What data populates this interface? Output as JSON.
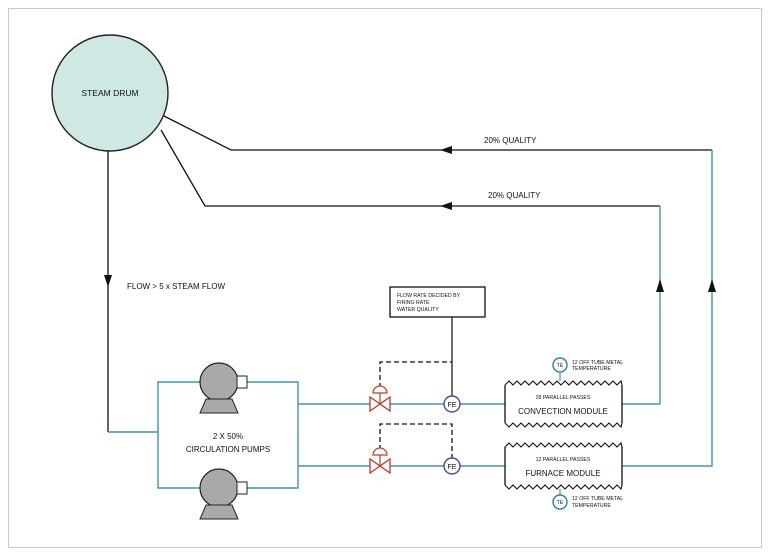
{
  "diagram": {
    "steam_drum": {
      "label": "STEAM DRUM"
    },
    "flow_note": "FLOW > 5 x STEAM FLOW",
    "riser_top": {
      "label": "20% QUALITY"
    },
    "riser_bottom": {
      "label": "20% QUALITY"
    },
    "pumps": {
      "label_line1": "2 X 50%",
      "label_line2": "CIRCULATION PUMPS"
    },
    "control_note": {
      "line1": "FLOW RATE DECIDED BY",
      "line2": "FIRING RATE",
      "line3": "WATER QUALITY"
    },
    "flow_elements": {
      "top": "FE",
      "bottom": "FE"
    },
    "convection_module": {
      "passes": "28 PARALLEL PASSES",
      "name": "CONVECTION MODULE"
    },
    "furnace_module": {
      "passes": "12 PARALLEL PASSES",
      "name": "FURNACE MODULE"
    },
    "temp_top": {
      "symbol": "TE",
      "line1": "12 OFF TUBE METAL",
      "line2": "TEMPERATURE"
    },
    "temp_bottom": {
      "symbol": "TE",
      "line1": "12 OFF TUBE METAL",
      "line2": "TEMPERATURE"
    },
    "colors": {
      "drum_fill": "#cfe8e3",
      "pump_fill": "#a9a9a9",
      "water_line": "#3d97b4",
      "valve_red": "#c0392b",
      "instrument": "#4a4a9a",
      "te_blue": "#2a7fa8"
    }
  }
}
